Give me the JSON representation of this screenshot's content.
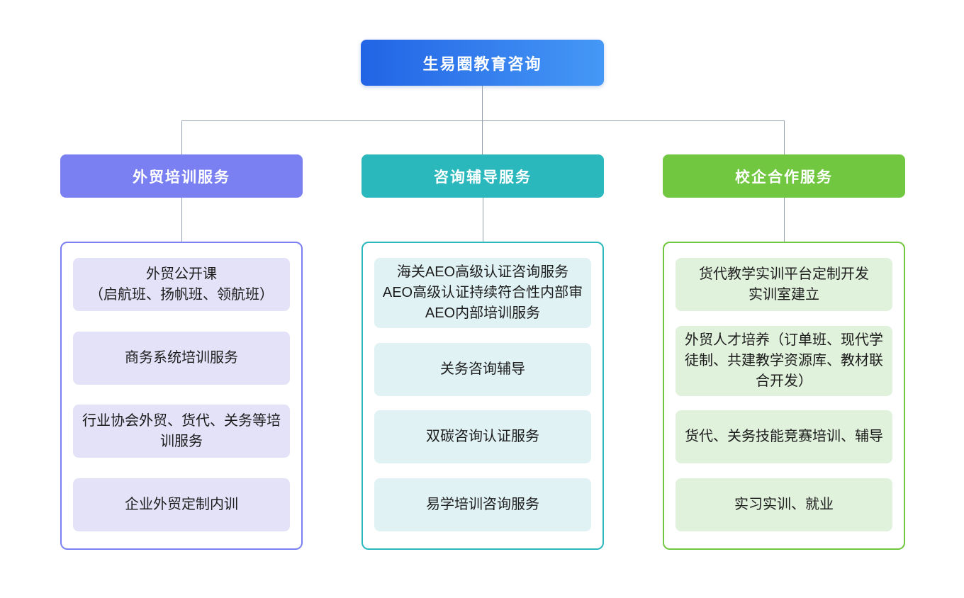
{
  "root": {
    "label": "生易圈教育咨询",
    "gradient": [
      "#2264e5",
      "#4598f6"
    ]
  },
  "connector_color": "#94a0ab",
  "branches": [
    {
      "id": "trade-training",
      "label": "外贸培训服务",
      "color": "#7a80f2",
      "light": "#e4e2f8",
      "items": [
        "外贸公开课\n（启航班、扬帆班、领航班）",
        "商务系统培训服务",
        "行业协会外贸、货代、关务等培训服务",
        "企业外贸定制内训"
      ]
    },
    {
      "id": "consulting-coaching",
      "label": "咨询辅导服务",
      "color": "#2ab8bd",
      "light": "#e0f2f4",
      "items": [
        "海关AEO高级认证咨询服务\nAEO高级认证持续符合性内部审\nAEO内部培训服务",
        "关务咨询辅导",
        "双碳咨询认证服务",
        "易学培训咨询服务"
      ]
    },
    {
      "id": "school-enterprise",
      "label": "校企合作服务",
      "color": "#71c840",
      "light": "#e0f1dc",
      "items": [
        "货代教学实训平台定制开发\n实训室建立",
        "外贸人才培养（订单班、现代学徒制、共建教学资源库、教材联合开发）",
        "货代、关务技能竞赛培训、辅导",
        "实习实训、就业"
      ]
    }
  ]
}
